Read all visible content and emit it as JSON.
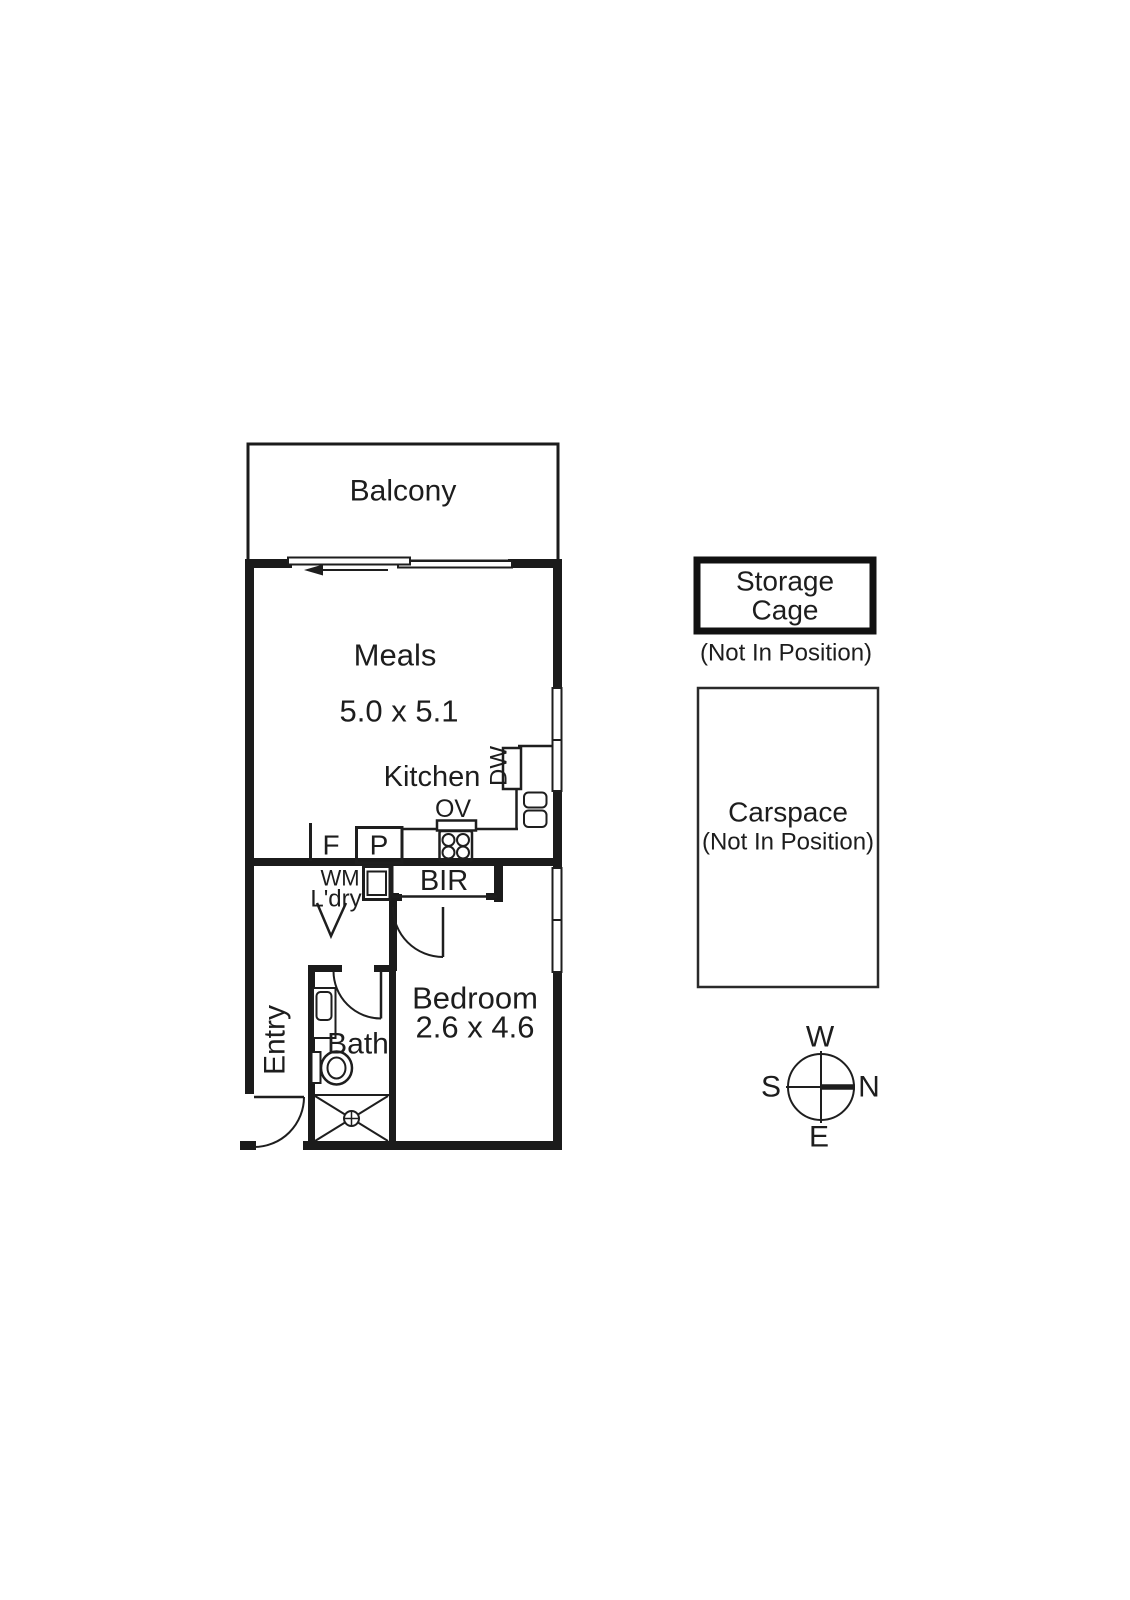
{
  "rooms": {
    "balcony": {
      "label": "Balcony"
    },
    "meals": {
      "label": "Meals",
      "dimensions": "5.0 x 5.1"
    },
    "kitchen": {
      "label": "Kitchen"
    },
    "bedroom": {
      "label": "Bedroom",
      "dimensions": "2.6 x 4.6"
    },
    "bath": {
      "label": "Bath"
    },
    "entry": {
      "label": "Entry"
    }
  },
  "fixtures": {
    "dishwasher": "DW",
    "oven": "OV",
    "fridge": "F",
    "pantry": "P",
    "washing_machine": "WM",
    "laundry": "L'dry",
    "built_in_robe": "BIR"
  },
  "storage_cage": {
    "line1": "Storage",
    "line2": "Cage",
    "note": "(Not In Position)"
  },
  "carspace": {
    "label": "Carspace",
    "note": "(Not In Position)"
  },
  "compass": {
    "north": "N",
    "south": "S",
    "east": "E",
    "west": "W"
  },
  "colors": {
    "wall": "#1b1b1b",
    "line": "#1e1e1e",
    "text": "#1d1d1d",
    "background": "#ffffff"
  }
}
